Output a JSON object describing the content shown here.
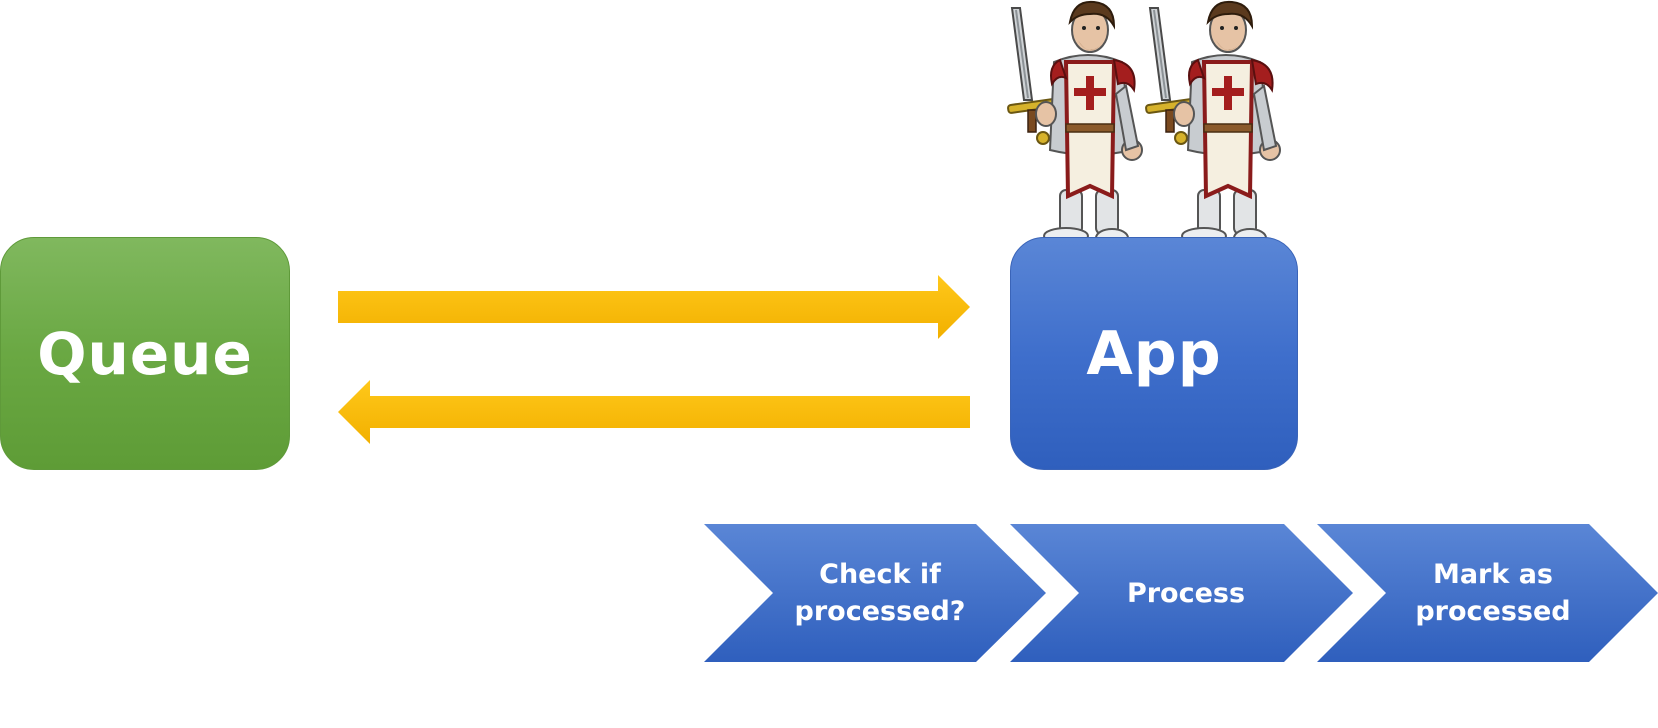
{
  "nodes": {
    "queue": {
      "label": "Queue",
      "color": "#6aa843"
    },
    "app": {
      "label": "App",
      "color": "#3f6fcc"
    }
  },
  "arrows": {
    "color": "#fbbf00",
    "forward": "queue-to-app",
    "backward": "app-to-queue"
  },
  "steps": [
    {
      "label": "Check if\nprocessed?"
    },
    {
      "label": "Process"
    },
    {
      "label": "Mark as\nprocessed"
    }
  ],
  "decorations": {
    "guards": {
      "count": 2,
      "icon": "crusader-knight-icon"
    }
  }
}
